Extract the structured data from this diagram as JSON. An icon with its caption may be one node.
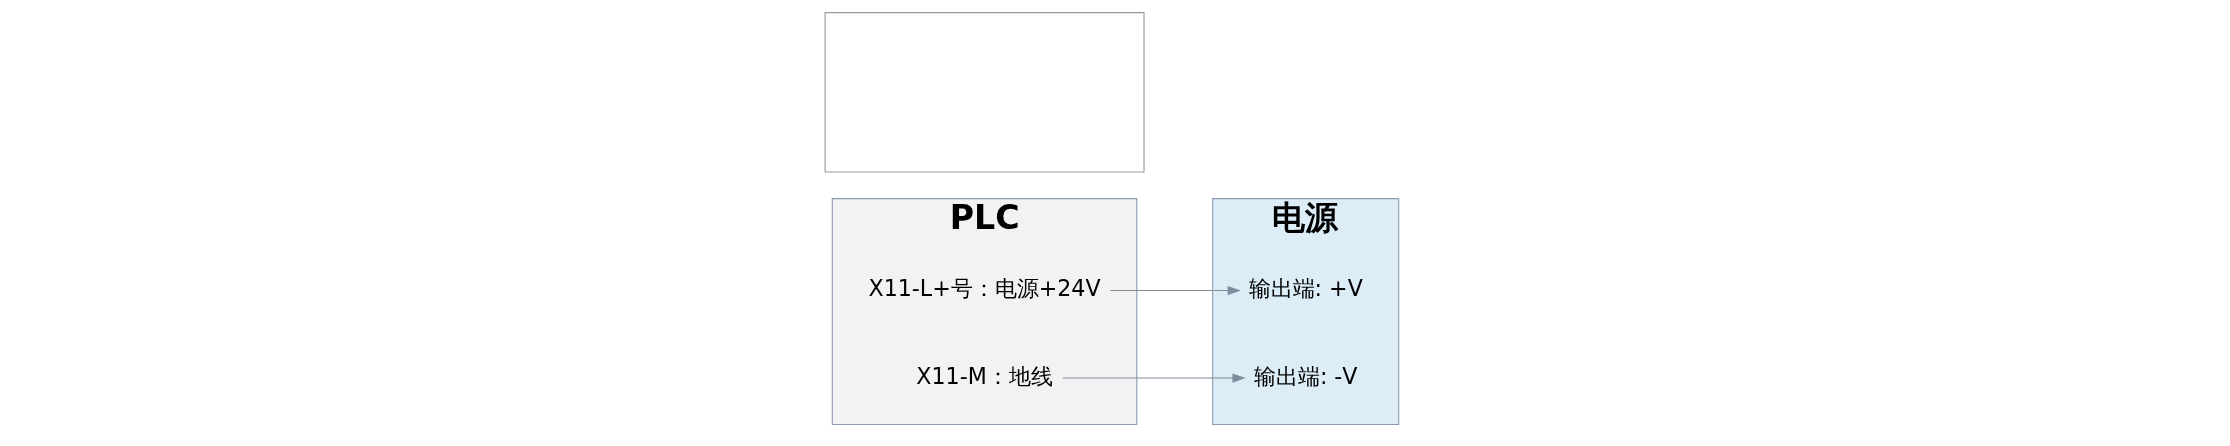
{
  "diagram": {
    "nodes": [
      {
        "text": [
          "PLC"
        ]
      },
      {
        "text": [
          "X11-L+号：电源+24V"
        ],
        "in": 0
      },
      {
        "text": [
          "X11-M：地线"
        ],
        "in": 0
      },
      {
        "text": [
          "电源"
        ]
      },
      {
        "text": [
          "输出端: +V"
        ],
        "in": 3
      },
      {
        "text": [
          "输出端: -V"
        ],
        "in": 3
      },
      {
        "text": [],
        "shape": "box"
      }
    ],
    "edges": [
      {
        "from": 1,
        "to": 4,
        "arrow": "to"
      },
      {
        "from": 2,
        "to": 5,
        "arrow": "to"
      }
    ]
  }
}
